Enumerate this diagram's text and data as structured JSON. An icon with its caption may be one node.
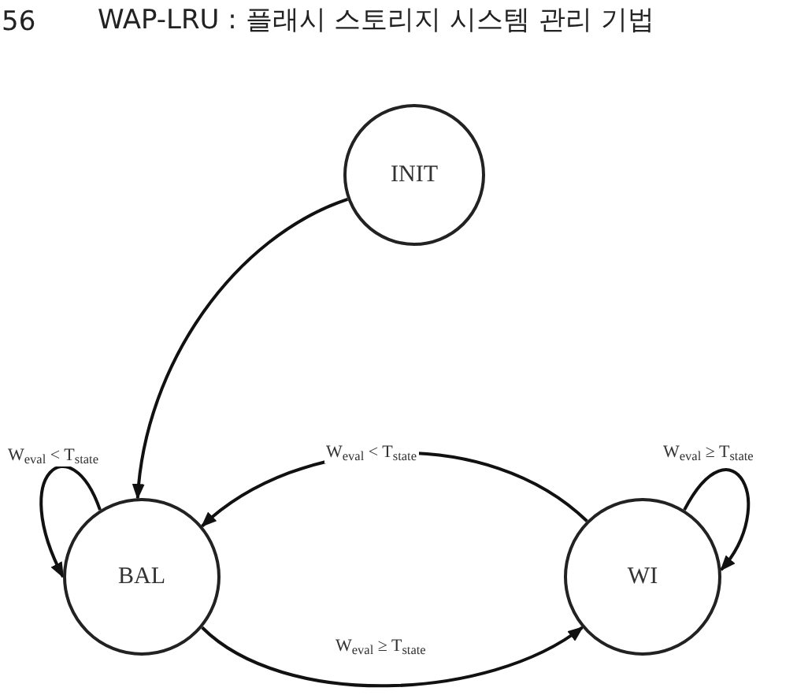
{
  "diagram": {
    "nodes": [
      {
        "text": [
          "INIT"
        ]
      },
      {
        "text": [
          "BAL"
        ]
      },
      {
        "text": [
          "WI"
        ]
      }
    ],
    "edges": [
      {
        "from": 0,
        "to": 1,
        "arrow": "to"
      },
      {
        "from": 1,
        "to": 1,
        "arrow": "to",
        "label": "W$_{eval}$ < T$_{state}$"
      },
      {
        "from": 2,
        "to": 1,
        "arrow": "to",
        "label": "W$_{eval}$ < T$_{state}$"
      },
      {
        "from": 1,
        "to": 2,
        "arrow": "to",
        "label": "W$_{eval}$ ≥ T$_{state}$"
      },
      {
        "from": 2,
        "to": 2,
        "arrow": "to",
        "label": "W$_{eval}$ ≥ T$_{state}$"
      }
    ],
    "labels": [
      "56",
      "WAP-LRU : 플래시 스토리지 시스템 관리 기법"
    ]
  }
}
